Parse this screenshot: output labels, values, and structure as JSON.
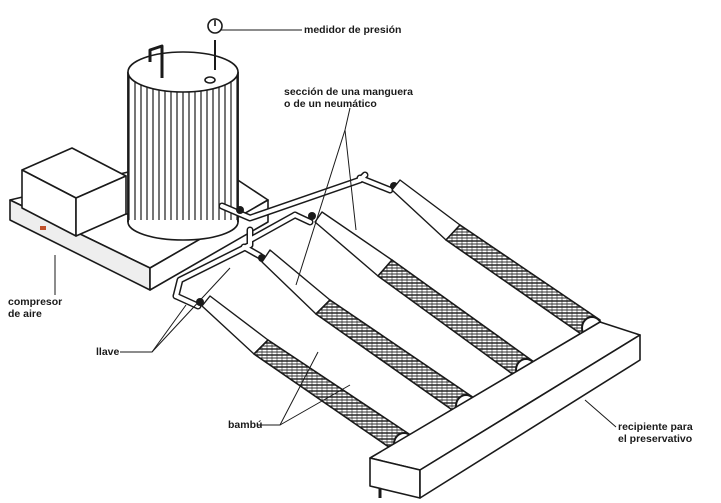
{
  "labels": {
    "pressure_gauge": "medidor de presión",
    "hose_section": [
      "sección de una manguera",
      "o de un neumático"
    ],
    "air_compressor": [
      "compresor",
      "de aire"
    ],
    "valve": "llave",
    "bamboo": "bambú",
    "preservative_container": [
      "recipiente para",
      "el preservativo"
    ]
  },
  "colors": {
    "ink": "#1a1a1a",
    "paper": "#ffffff",
    "shade": "#3a3a3a",
    "rust_mark": "#c0502a"
  }
}
